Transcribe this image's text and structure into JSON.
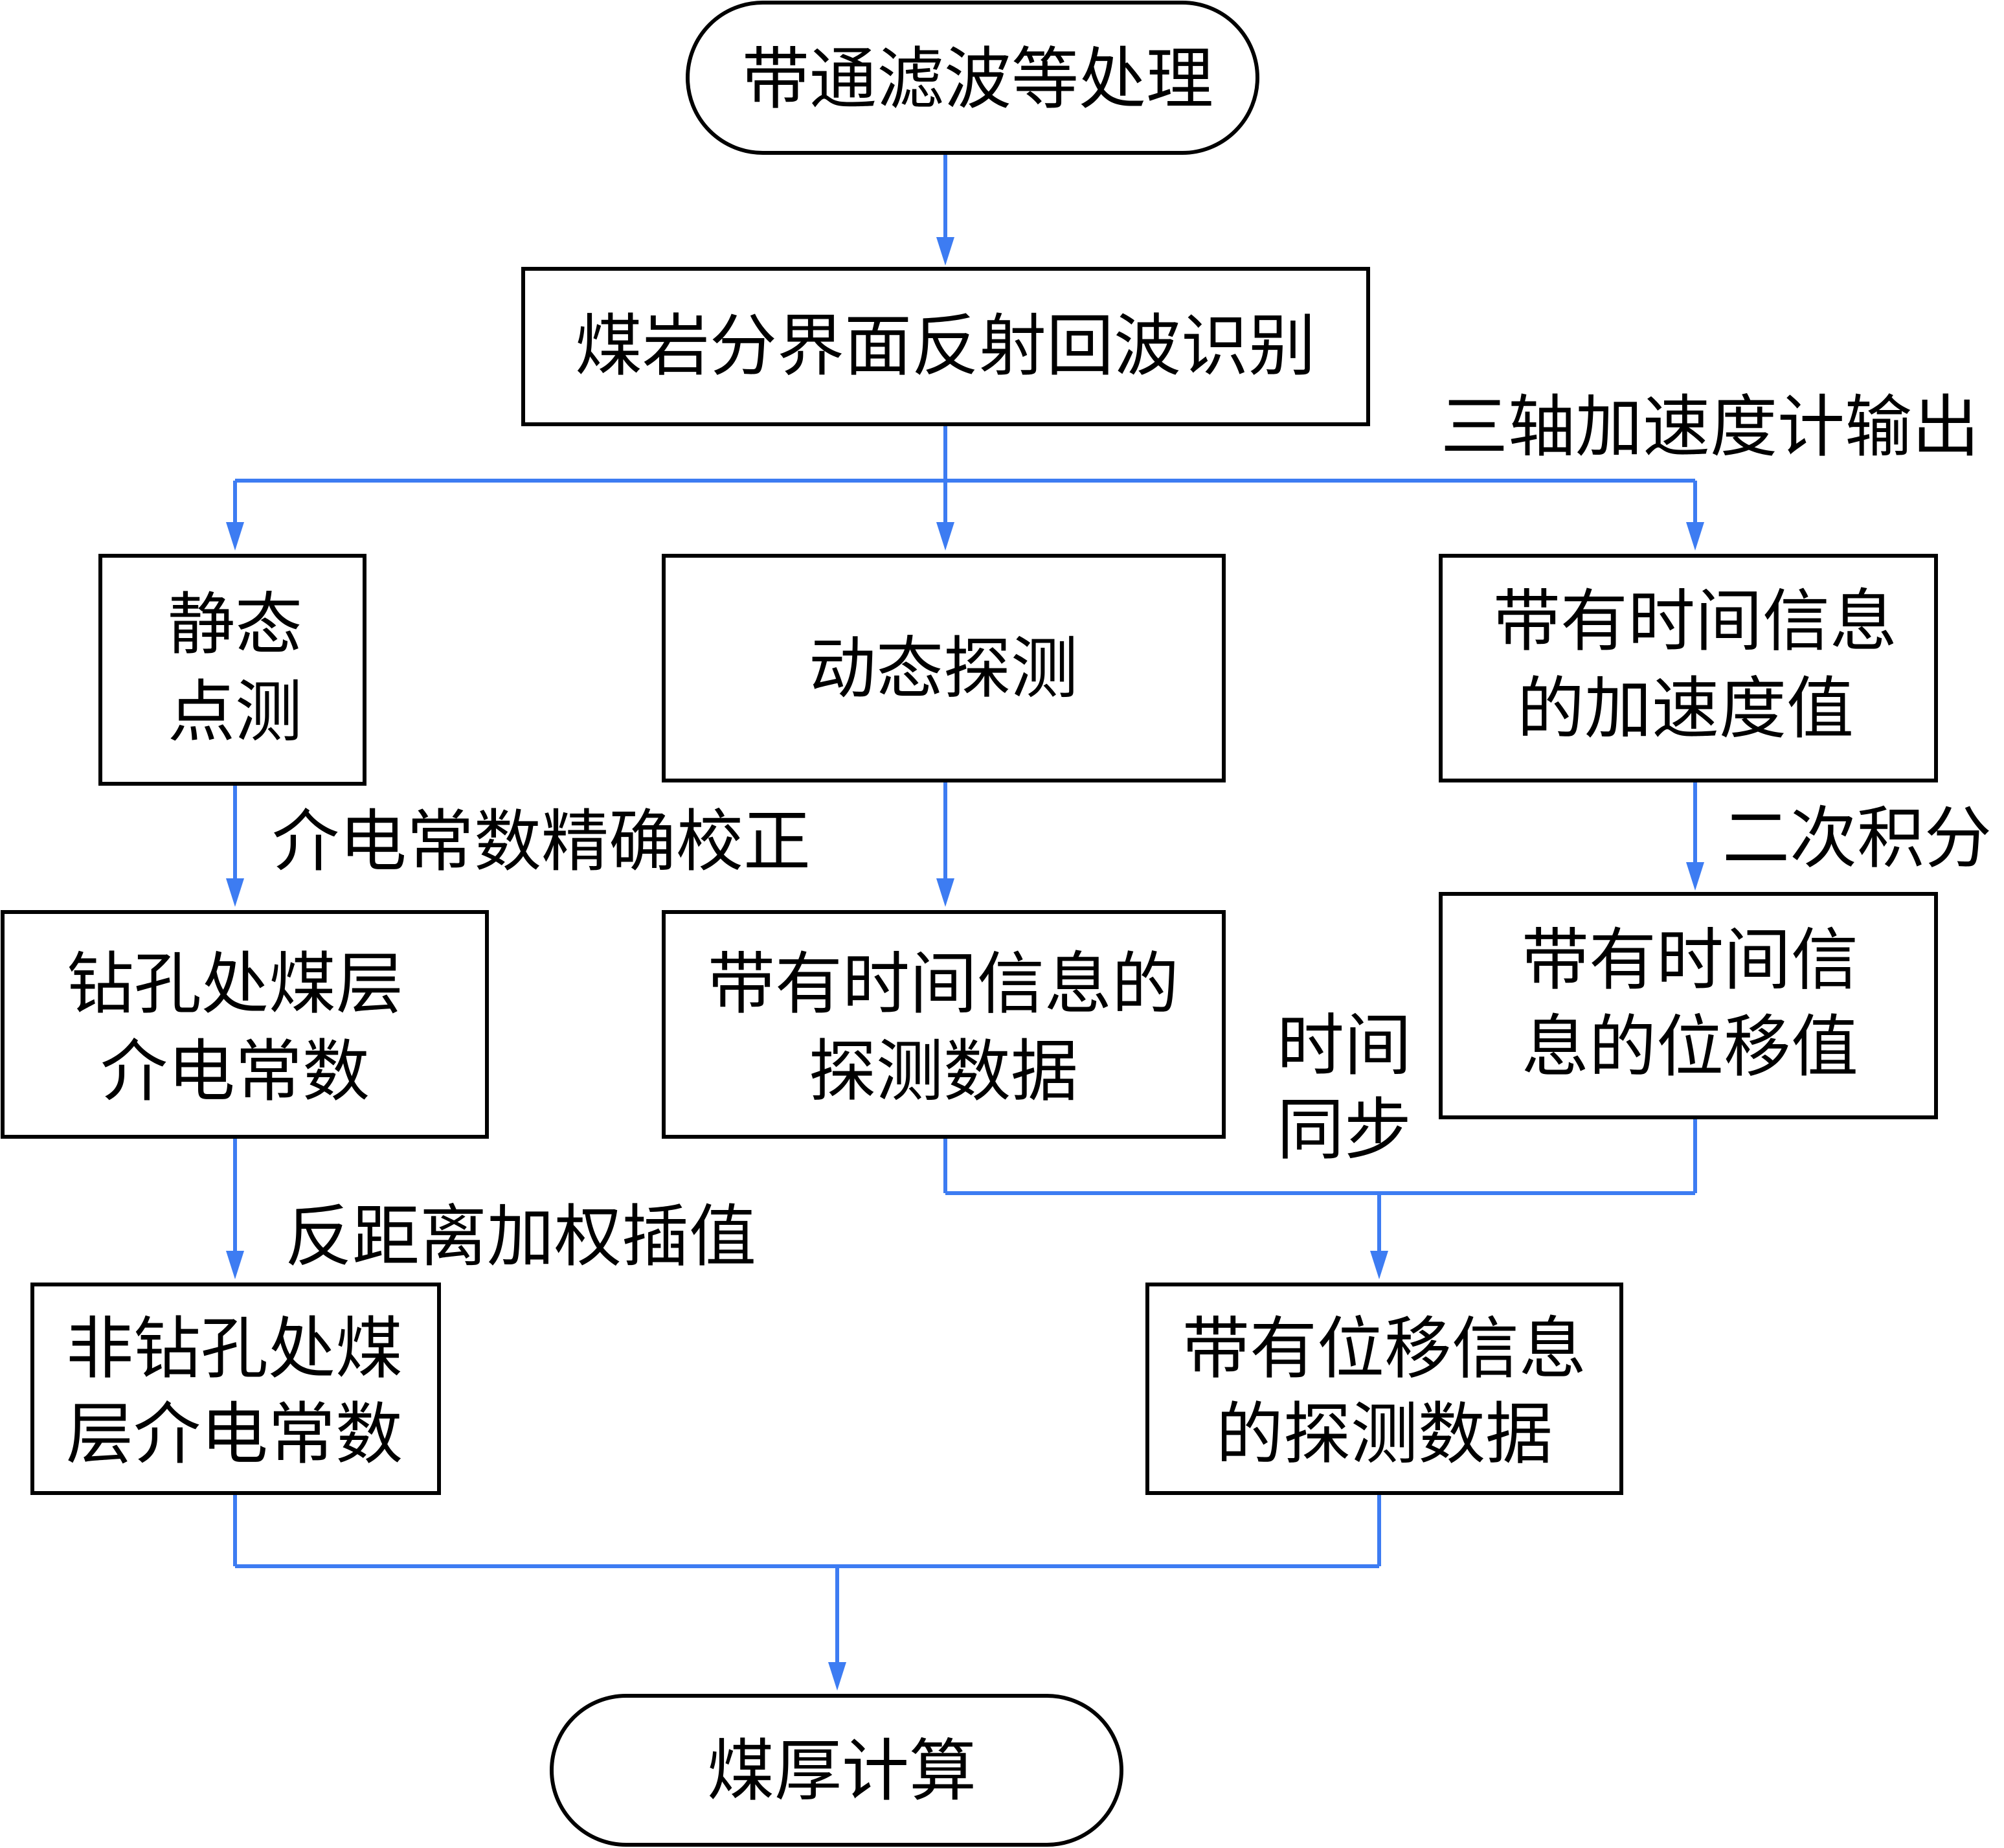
{
  "nodes": {
    "start": "带通滤波等处理",
    "identify": "煤岩分界面反射回波识别",
    "static_point": [
      "静态",
      "点测"
    ],
    "dynamic_detect": "动态探测",
    "accel_time": [
      "带有时间信息",
      "的加速度值"
    ],
    "borehole_dielectric": [
      "钻孔处煤层",
      "介电常数"
    ],
    "timed_detect_data": [
      "带有时间信息的",
      "探测数据"
    ],
    "disp_time": [
      "带有时间信",
      "息的位移值"
    ],
    "nonborehole_dielectric": [
      "非钻孔处煤",
      "层介电常数"
    ],
    "disp_detect_data": [
      "带有位移信息",
      "的探测数据"
    ],
    "end": "煤厚计算"
  },
  "annotations": {
    "triaxial_output": "三轴加速度计输出",
    "dielectric_calibration": "介电常数精确校正",
    "double_integral": "二次积分",
    "time_sync": [
      "时间",
      "同步"
    ],
    "idw_interpolation": "反距离加权插值"
  },
  "colors": {
    "connector": "#3d7cf2",
    "outline": "#000000",
    "background": "#ffffff"
  }
}
